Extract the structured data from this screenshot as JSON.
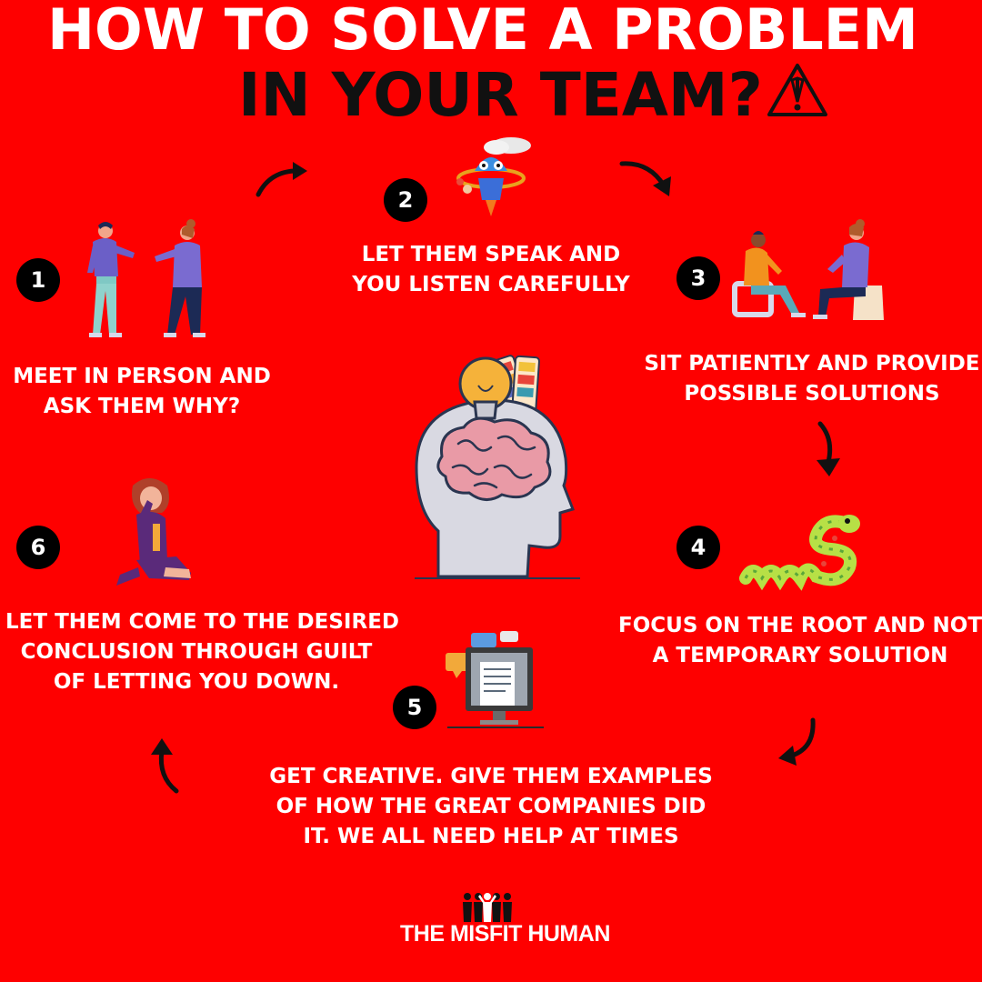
{
  "title": {
    "line1": "HOW TO SOLVE A PROBLEM",
    "line2": "IN YOUR TEAM?"
  },
  "steps": [
    {
      "number": "1",
      "text_lines": [
        "MEET IN PERSON AND",
        "ASK THEM WHY?"
      ],
      "icon": "two-people-talking-icon"
    },
    {
      "number": "2",
      "text_lines": [
        "LET THEM SPEAK AND",
        "YOU LISTEN CAREFULLY"
      ],
      "icon": "cartoon-genie-icon"
    },
    {
      "number": "3",
      "text_lines": [
        "SIT PATIENTLY AND PROVIDE",
        "POSSIBLE SOLUTIONS"
      ],
      "icon": "two-people-sitting-icon"
    },
    {
      "number": "4",
      "text_lines": [
        "FOCUS ON THE ROOT AND NOT",
        "A TEMPORARY SOLUTION"
      ],
      "icon": "snake-icon"
    },
    {
      "number": "5",
      "text_lines": [
        "GET CREATIVE. GIVE THEM EXAMPLES",
        "OF HOW THE GREAT COMPANIES DID",
        "IT. WE ALL NEED HELP AT TIMES"
      ],
      "icon": "computer-documents-icon"
    },
    {
      "number": "6",
      "text_lines": [
        "LET THEM COME TO THE DESIRED",
        "CONCLUSION THROUGH GUILT",
        "OF LETTING YOU DOWN."
      ],
      "icon": "kneeling-crying-woman-icon"
    }
  ],
  "center_icon": "head-brain-lightbulb-icon",
  "brand": {
    "name": "THE MISFIT HUMAN"
  },
  "colors": {
    "background": "#fe0000",
    "title_primary": "#ffffff",
    "title_secondary": "#111111",
    "badge": "#000000"
  }
}
